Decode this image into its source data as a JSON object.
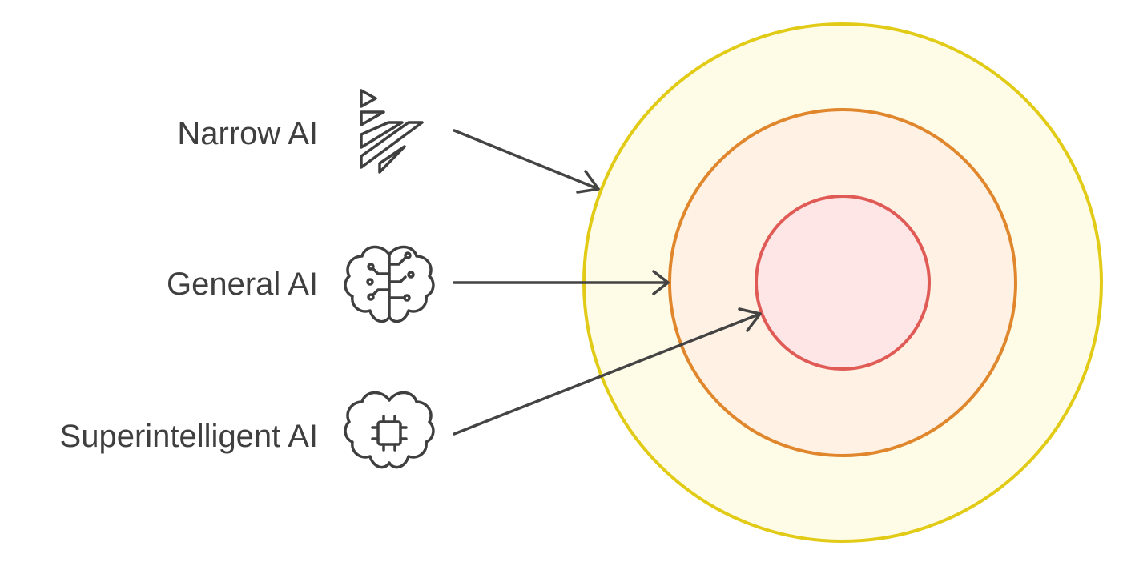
{
  "diagram": {
    "levels": [
      {
        "label": "Narrow AI",
        "icon": "stacked-triangles-icon",
        "target_ring": "outer-ring"
      },
      {
        "label": "General AI",
        "icon": "brain-circuit-icon",
        "target_ring": "middle-ring"
      },
      {
        "label": "Superintelligent AI",
        "icon": "brain-chip-icon",
        "target_ring": "inner-ring"
      }
    ],
    "rings": [
      {
        "name": "outer-ring",
        "fill": "#fefbe6",
        "stroke": "#e2cb17"
      },
      {
        "name": "middle-ring",
        "fill": "#fff2e5",
        "stroke": "#e0862c"
      },
      {
        "name": "inner-ring",
        "fill": "#fee6e6",
        "stroke": "#e05a56"
      }
    ]
  }
}
